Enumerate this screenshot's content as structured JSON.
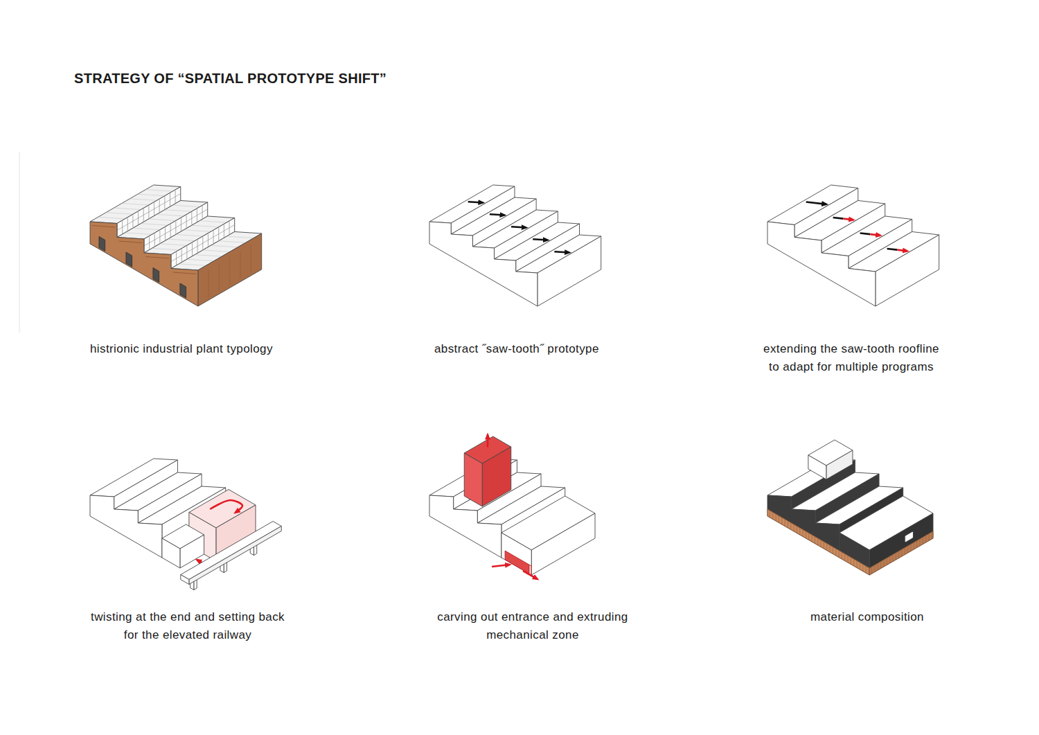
{
  "diagram": {
    "title": "STRATEGY OF “SPATIAL PROTOTYPE SHIFT”",
    "labels": [
      "histrionic industrial plant typology",
      "abstract ˝saw-tooth˝ prototype",
      "extending the saw-tooth roofline to adapt for multiple programs",
      "twisting at the end and setting back for the elevated railway",
      "carving out entrance and extruding mechanical zone",
      "material composition"
    ]
  }
}
